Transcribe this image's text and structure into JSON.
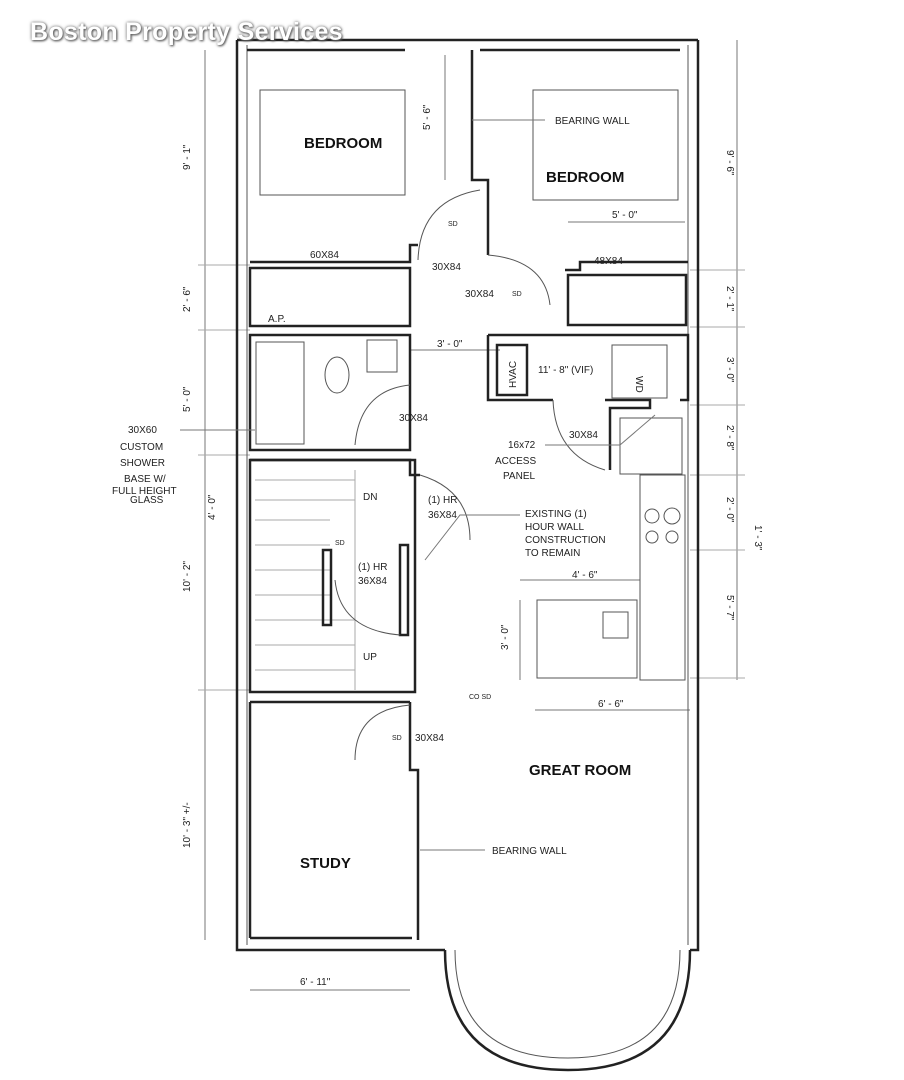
{
  "watermark": "Boston Property Services",
  "rooms": {
    "bedroom_left": "BEDROOM",
    "bedroom_right": "BEDROOM",
    "great_room": "GREAT ROOM",
    "study": "STUDY"
  },
  "labels": {
    "bearing_wall_top": "BEARING WALL",
    "bearing_wall_bottom": "BEARING WALL",
    "door_60x84": "60X84",
    "door_48x84": "48X84",
    "door_30x84_a": "30X84",
    "door_30x84_b": "30X84",
    "door_30x84_bath": "30X84",
    "door_30x84_laundry": "30X84",
    "door_30x84_study": "30X84",
    "ap": "A.P.",
    "hvac": "HVAC",
    "wd": "WD",
    "vif": "11' - 8\" (VIF)",
    "access_panel": [
      "16x72",
      "ACCESS",
      "PANEL"
    ],
    "hr_door_1": [
      "(1) HR",
      "36X84"
    ],
    "hr_door_2": [
      "(1) HR",
      "36X84"
    ],
    "existing_wall": [
      "EXISTING (1)",
      "HOUR WALL",
      "CONSTRUCTION",
      "TO REMAIN"
    ],
    "shower": [
      "30X60",
      "CUSTOM",
      "SHOWER",
      "BASE W/",
      "FULL HEIGHT",
      "GLASS"
    ],
    "dn": "DN",
    "up": "UP",
    "sd": "SD",
    "co_sd": "CO SD"
  },
  "dimensions": {
    "left_9_1": "9' - 1\"",
    "left_2_6": "2' - 6\"",
    "left_5_0": "5' - 0\"",
    "left_4_0": "4' - 0\"",
    "left_10_2": "10' - 2\"",
    "left_10_3": "10' - 3\" +/-",
    "mid_5_6": "5' - 6\"",
    "mid_5_0": "5' - 0\"",
    "mid_3_0": "3' - 0\"",
    "right_9_6": "9' - 6\"",
    "right_2_1": "2' - 1\"",
    "right_3_0": "3' - 0\"",
    "right_2_8": "2' - 8\"",
    "right_2_0": "2' - 0\"",
    "right_1_3": "1' - 3\"",
    "right_5_7": "5' - 7\"",
    "island_4_6": "4' - 6\"",
    "island_3_0": "3' - 0\"",
    "island_6_6": "6' - 6\"",
    "bottom_6_11": "6' - 11\""
  }
}
